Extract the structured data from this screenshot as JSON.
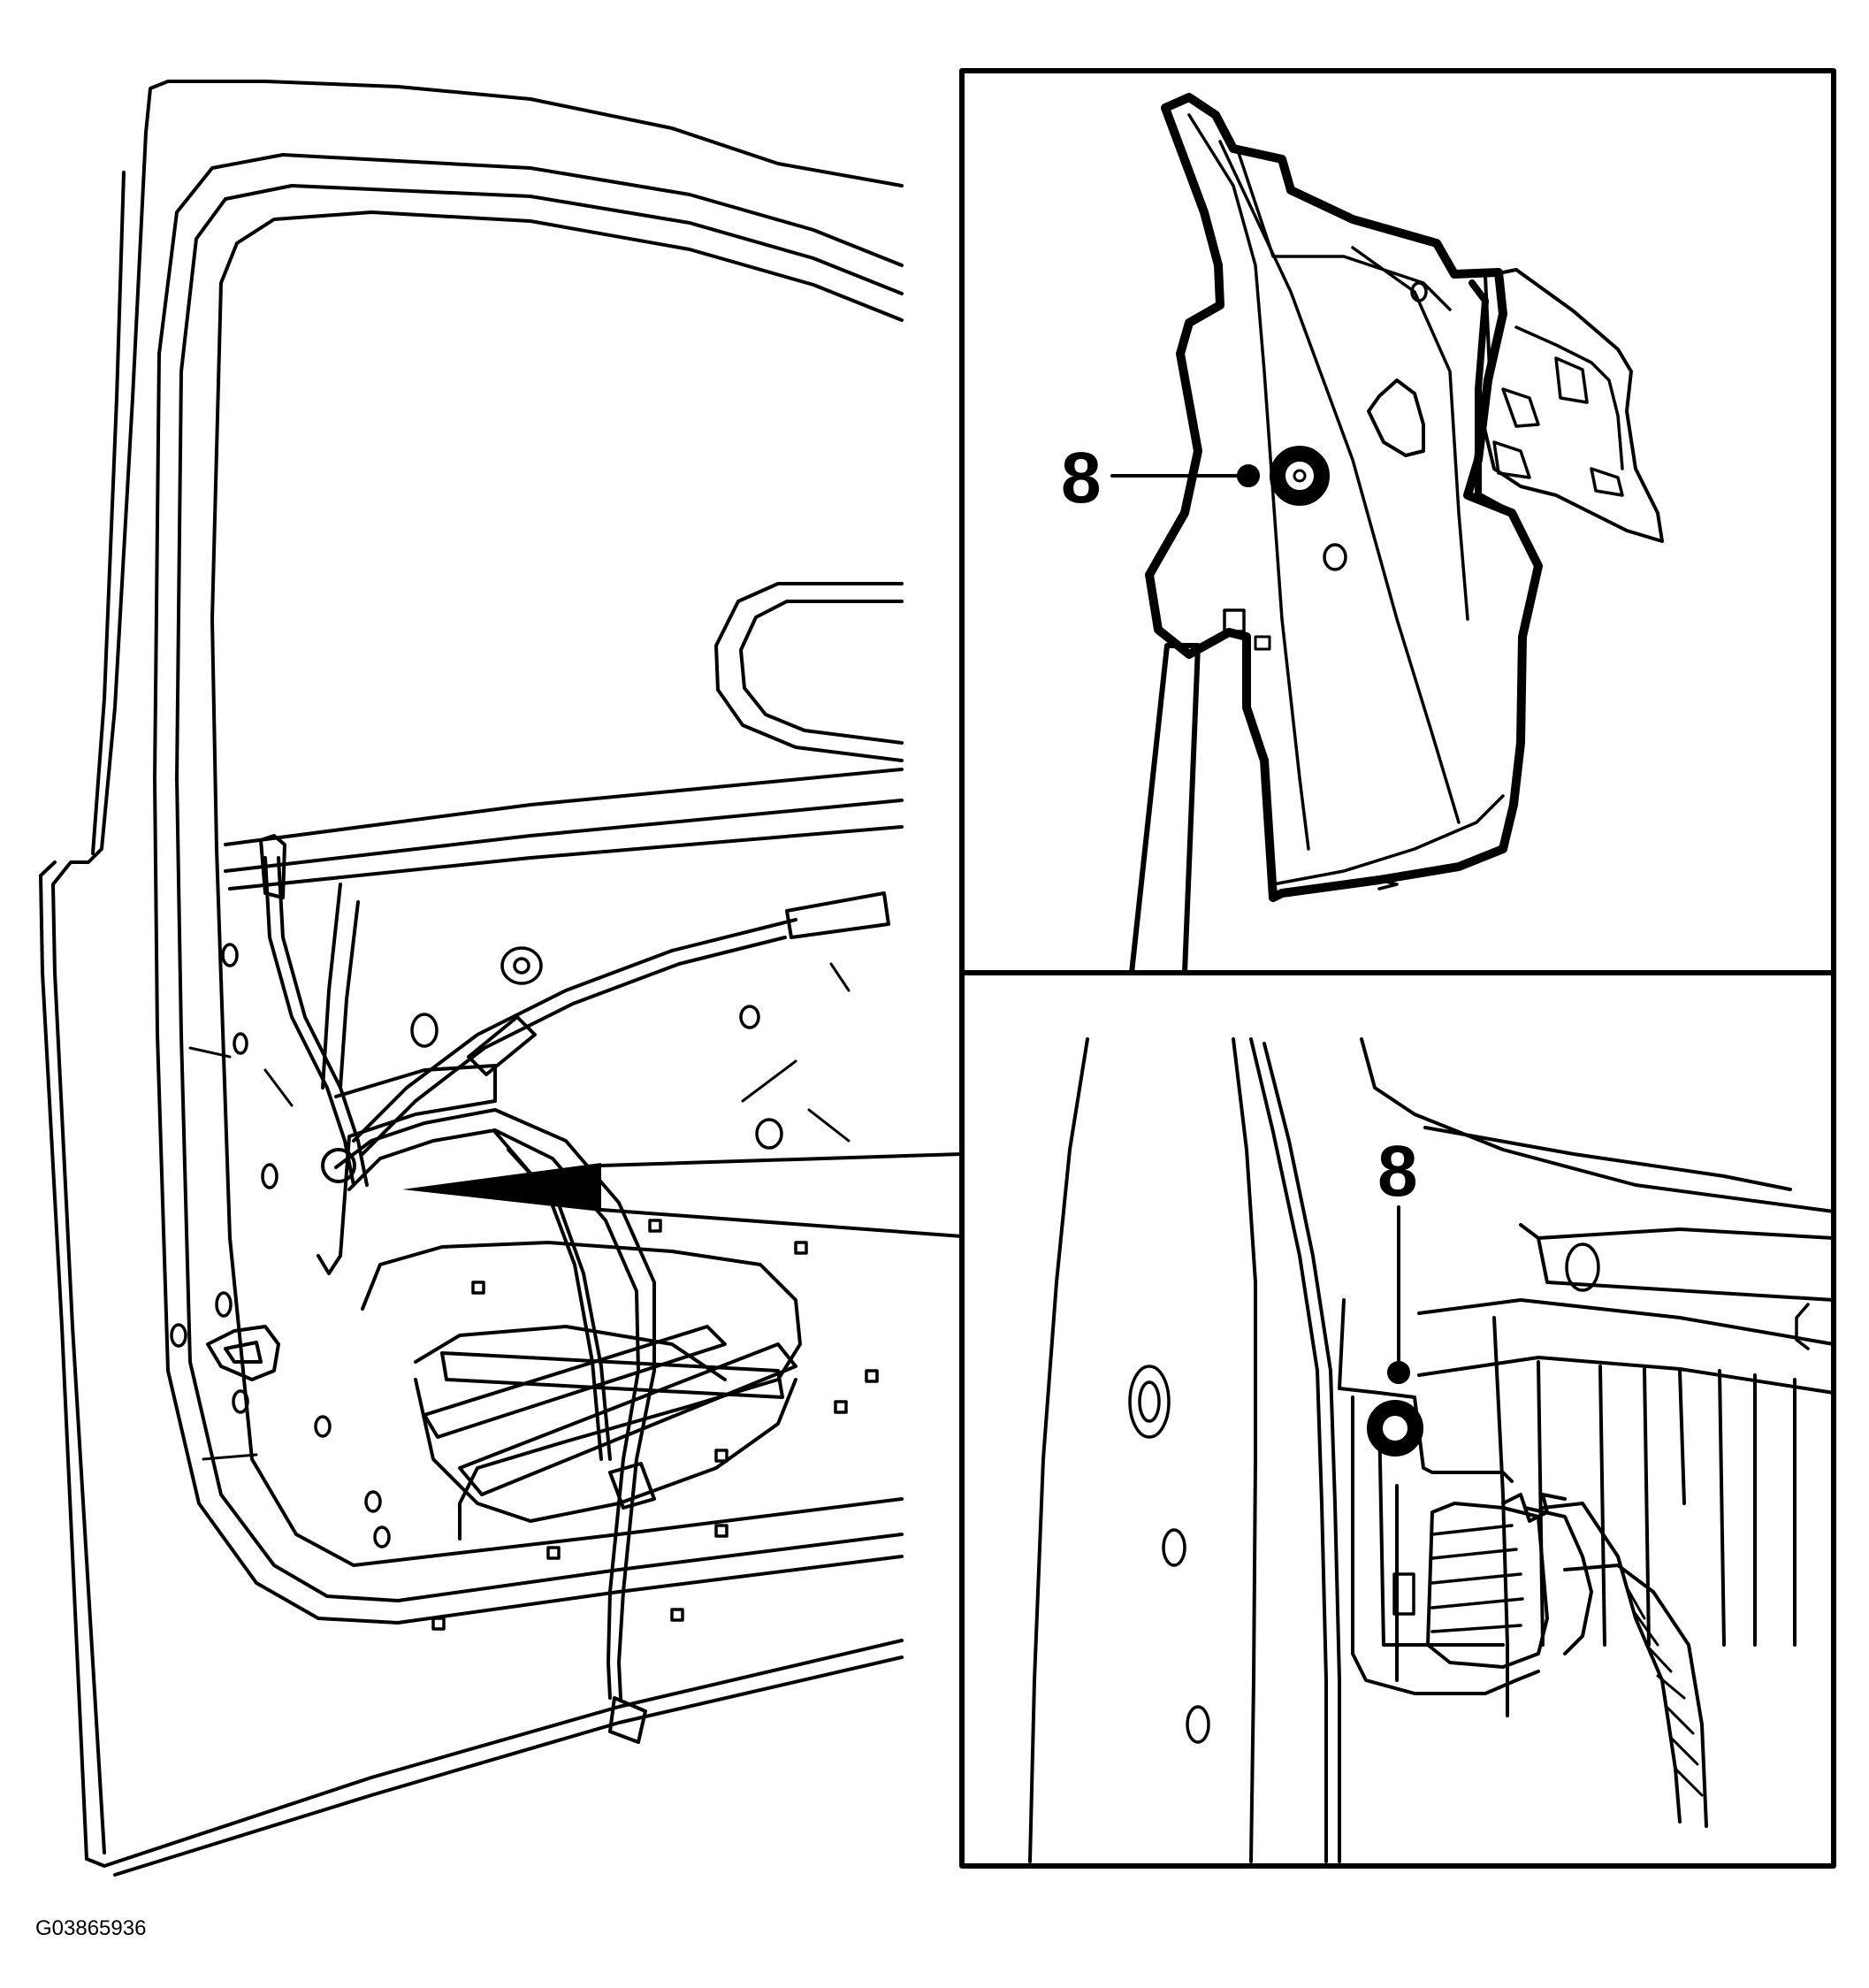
{
  "figure": {
    "figure_id": "G03865936",
    "background_color": "#ffffff",
    "line_color": "#000000"
  },
  "callouts": {
    "detail_upper_label": "8",
    "detail_lower_label": "8"
  }
}
